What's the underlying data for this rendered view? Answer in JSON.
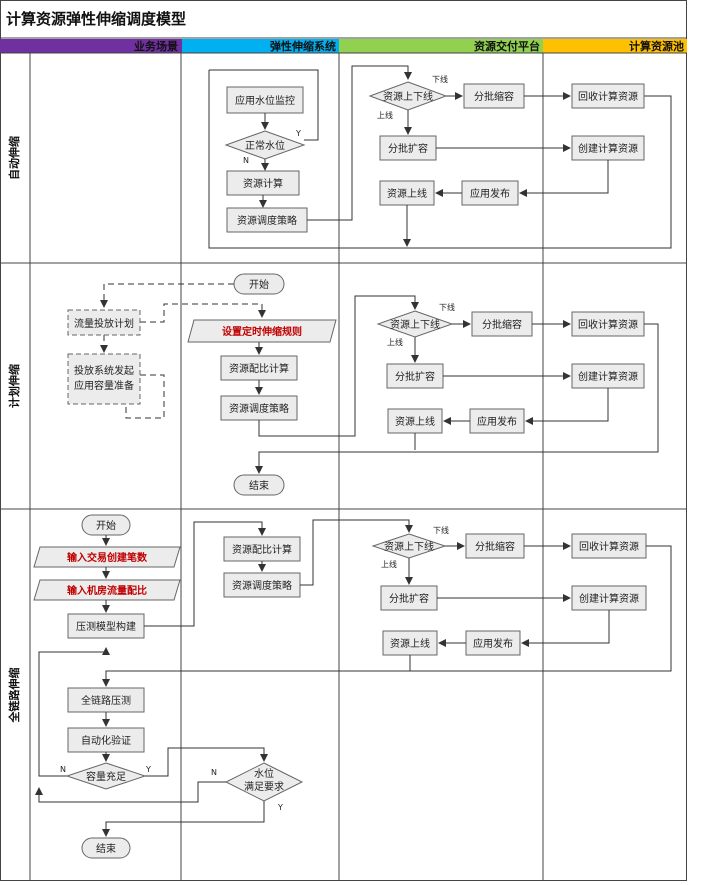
{
  "title": "计算资源弹性伸缩调度模型",
  "lanes": [
    "业务场景",
    "弹性伸缩系统",
    "资源交付平台",
    "计算资源池"
  ],
  "lane_colors": [
    "#7030a0",
    "#00b0f0",
    "#92d050",
    "#ffc000"
  ],
  "rows": [
    "自动伸缩",
    "计划伸缩",
    "全链路伸缩"
  ],
  "auto": {
    "app_monitor": "应用水位监控",
    "normal_level": "正常水位",
    "resource_calc": "资源计算",
    "schedule": "资源调度策略",
    "updown": "资源上下线",
    "batch_shrink": "分批缩容",
    "batch_expand": "分批扩容",
    "reclaim": "回收计算资源",
    "create": "创建计算资源",
    "app_release": "应用发布",
    "online": "资源上线",
    "label_offline": "下线",
    "label_online": "上线",
    "label_y": "Y",
    "label_n": "N"
  },
  "plan": {
    "start": "开始",
    "traffic_plan": "流量投放计划",
    "system_request_1": "投放系统发起",
    "system_request_2": "应用容量准备",
    "set_rule": "设置定时伸缩规则",
    "ratio_calc": "资源配比计算",
    "schedule": "资源调度策略",
    "end": "结束",
    "updown": "资源上下线",
    "batch_shrink": "分批缩容",
    "batch_expand": "分批扩容",
    "reclaim": "回收计算资源",
    "create": "创建计算资源",
    "app_release": "应用发布",
    "online": "资源上线",
    "label_offline": "下线",
    "label_online": "上线"
  },
  "full": {
    "start": "开始",
    "input_trade": "输入交易创建笔数",
    "input_traffic": "输入机房流量配比",
    "model_build": "压测模型构建",
    "ratio_calc": "资源配比计算",
    "schedule": "资源调度策略",
    "full_test": "全链路压测",
    "auto_verify": "自动化验证",
    "capacity": "容量充足",
    "level_1": "水位",
    "level_2": "满足要求",
    "end": "结束",
    "updown": "资源上下线",
    "batch_shrink": "分批缩容",
    "batch_expand": "分批扩容",
    "reclaim": "回收计算资源",
    "create": "创建计算资源",
    "app_release": "应用发布",
    "online": "资源上线",
    "label_offline": "下线",
    "label_online": "上线",
    "label_y": "Y",
    "label_n": "N"
  }
}
